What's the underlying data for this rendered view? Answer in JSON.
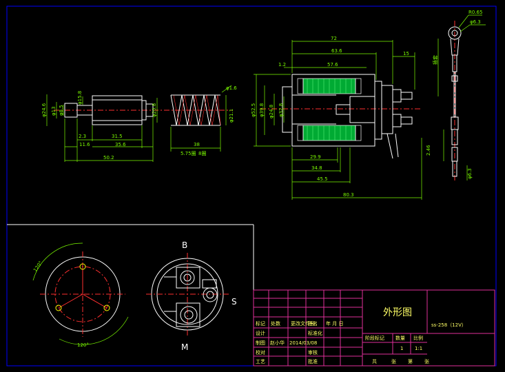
{
  "colors": {
    "background": "#000000",
    "outline": "#ffffff",
    "dimension": "#7cfc00",
    "center_line": "#ff3030",
    "hatch": "#00dd44",
    "table_line": "#e0309a",
    "table_text": "#ffff66",
    "frame": "#0000ff",
    "hole": "#ffff00"
  },
  "dims": {
    "plunger": {
      "d1": "φ24.6",
      "d2": "φ13",
      "d3": "φ8.5",
      "d4": "φ15.8",
      "d5": "φ20.8",
      "l1": "2.3",
      "l2": "31.5",
      "l3": "11.6",
      "l4": "35.6",
      "l5": "50.2"
    },
    "spring": {
      "wire": "φ1.6",
      "od": "φ21.1",
      "len": "38",
      "turns": "5.75圈",
      "turns_tag": "8圈"
    },
    "solenoid": {
      "l_72": "72",
      "l_63_6": "63.6",
      "l_57_6": "57.6",
      "l_1_2": "1.2",
      "l_15": "15",
      "l_29_9": "29.9",
      "l_34_8": "34.8",
      "l_45_5": "45.5",
      "l_80_3": "80.3",
      "d_52_5": "φ52.5",
      "d_39": "φ39.8",
      "d_24_8": "φ24.8",
      "d_32_8": "φ32.8"
    },
    "terminal": {
      "r": "R0.65",
      "d": "φ6.3",
      "l": "2.46",
      "tag1": "插套",
      "tag2": "φ6.3"
    },
    "angles": {
      "a1": "120°",
      "a2": "120°"
    }
  },
  "views": {
    "top_label": "B",
    "right_label": "S",
    "bottom_label": "M"
  },
  "title_block": {
    "drawing_title": "外形图",
    "part_no": "ss-258（12V）",
    "header_row": [
      "标记",
      "处数",
      "更改文件号",
      "签名",
      "年 月 日"
    ],
    "row_labels": [
      "设计",
      "制图",
      "校对",
      "工艺"
    ],
    "designer": "赵小华",
    "date": "2014/03/08",
    "standard": "标准化",
    "review": "审核",
    "approve": "批准",
    "stage": "阶段标记",
    "weight": "数量",
    "scale_label": "比例",
    "qty": "1",
    "scale": "1:1",
    "sheet_line": [
      "共",
      "张",
      "第",
      "张"
    ]
  }
}
